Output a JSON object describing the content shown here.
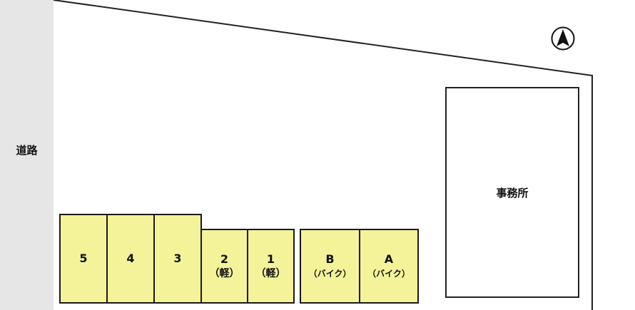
{
  "road": {
    "label": "道路"
  },
  "office": {
    "label": "事務所"
  },
  "compass": {
    "icon": "north-arrow-icon"
  },
  "spaces": [
    {
      "id": "5",
      "sub": ""
    },
    {
      "id": "4",
      "sub": ""
    },
    {
      "id": "3",
      "sub": ""
    },
    {
      "id": "2",
      "sub": "（軽）"
    },
    {
      "id": "1",
      "sub": "（軽）"
    },
    {
      "id": "B",
      "sub": "（バイク）"
    },
    {
      "id": "A",
      "sub": "（バイク）"
    }
  ],
  "colors": {
    "space_fill": "#f4f39a",
    "road": "#e6e6e6",
    "outline": "#1a1a1a"
  }
}
